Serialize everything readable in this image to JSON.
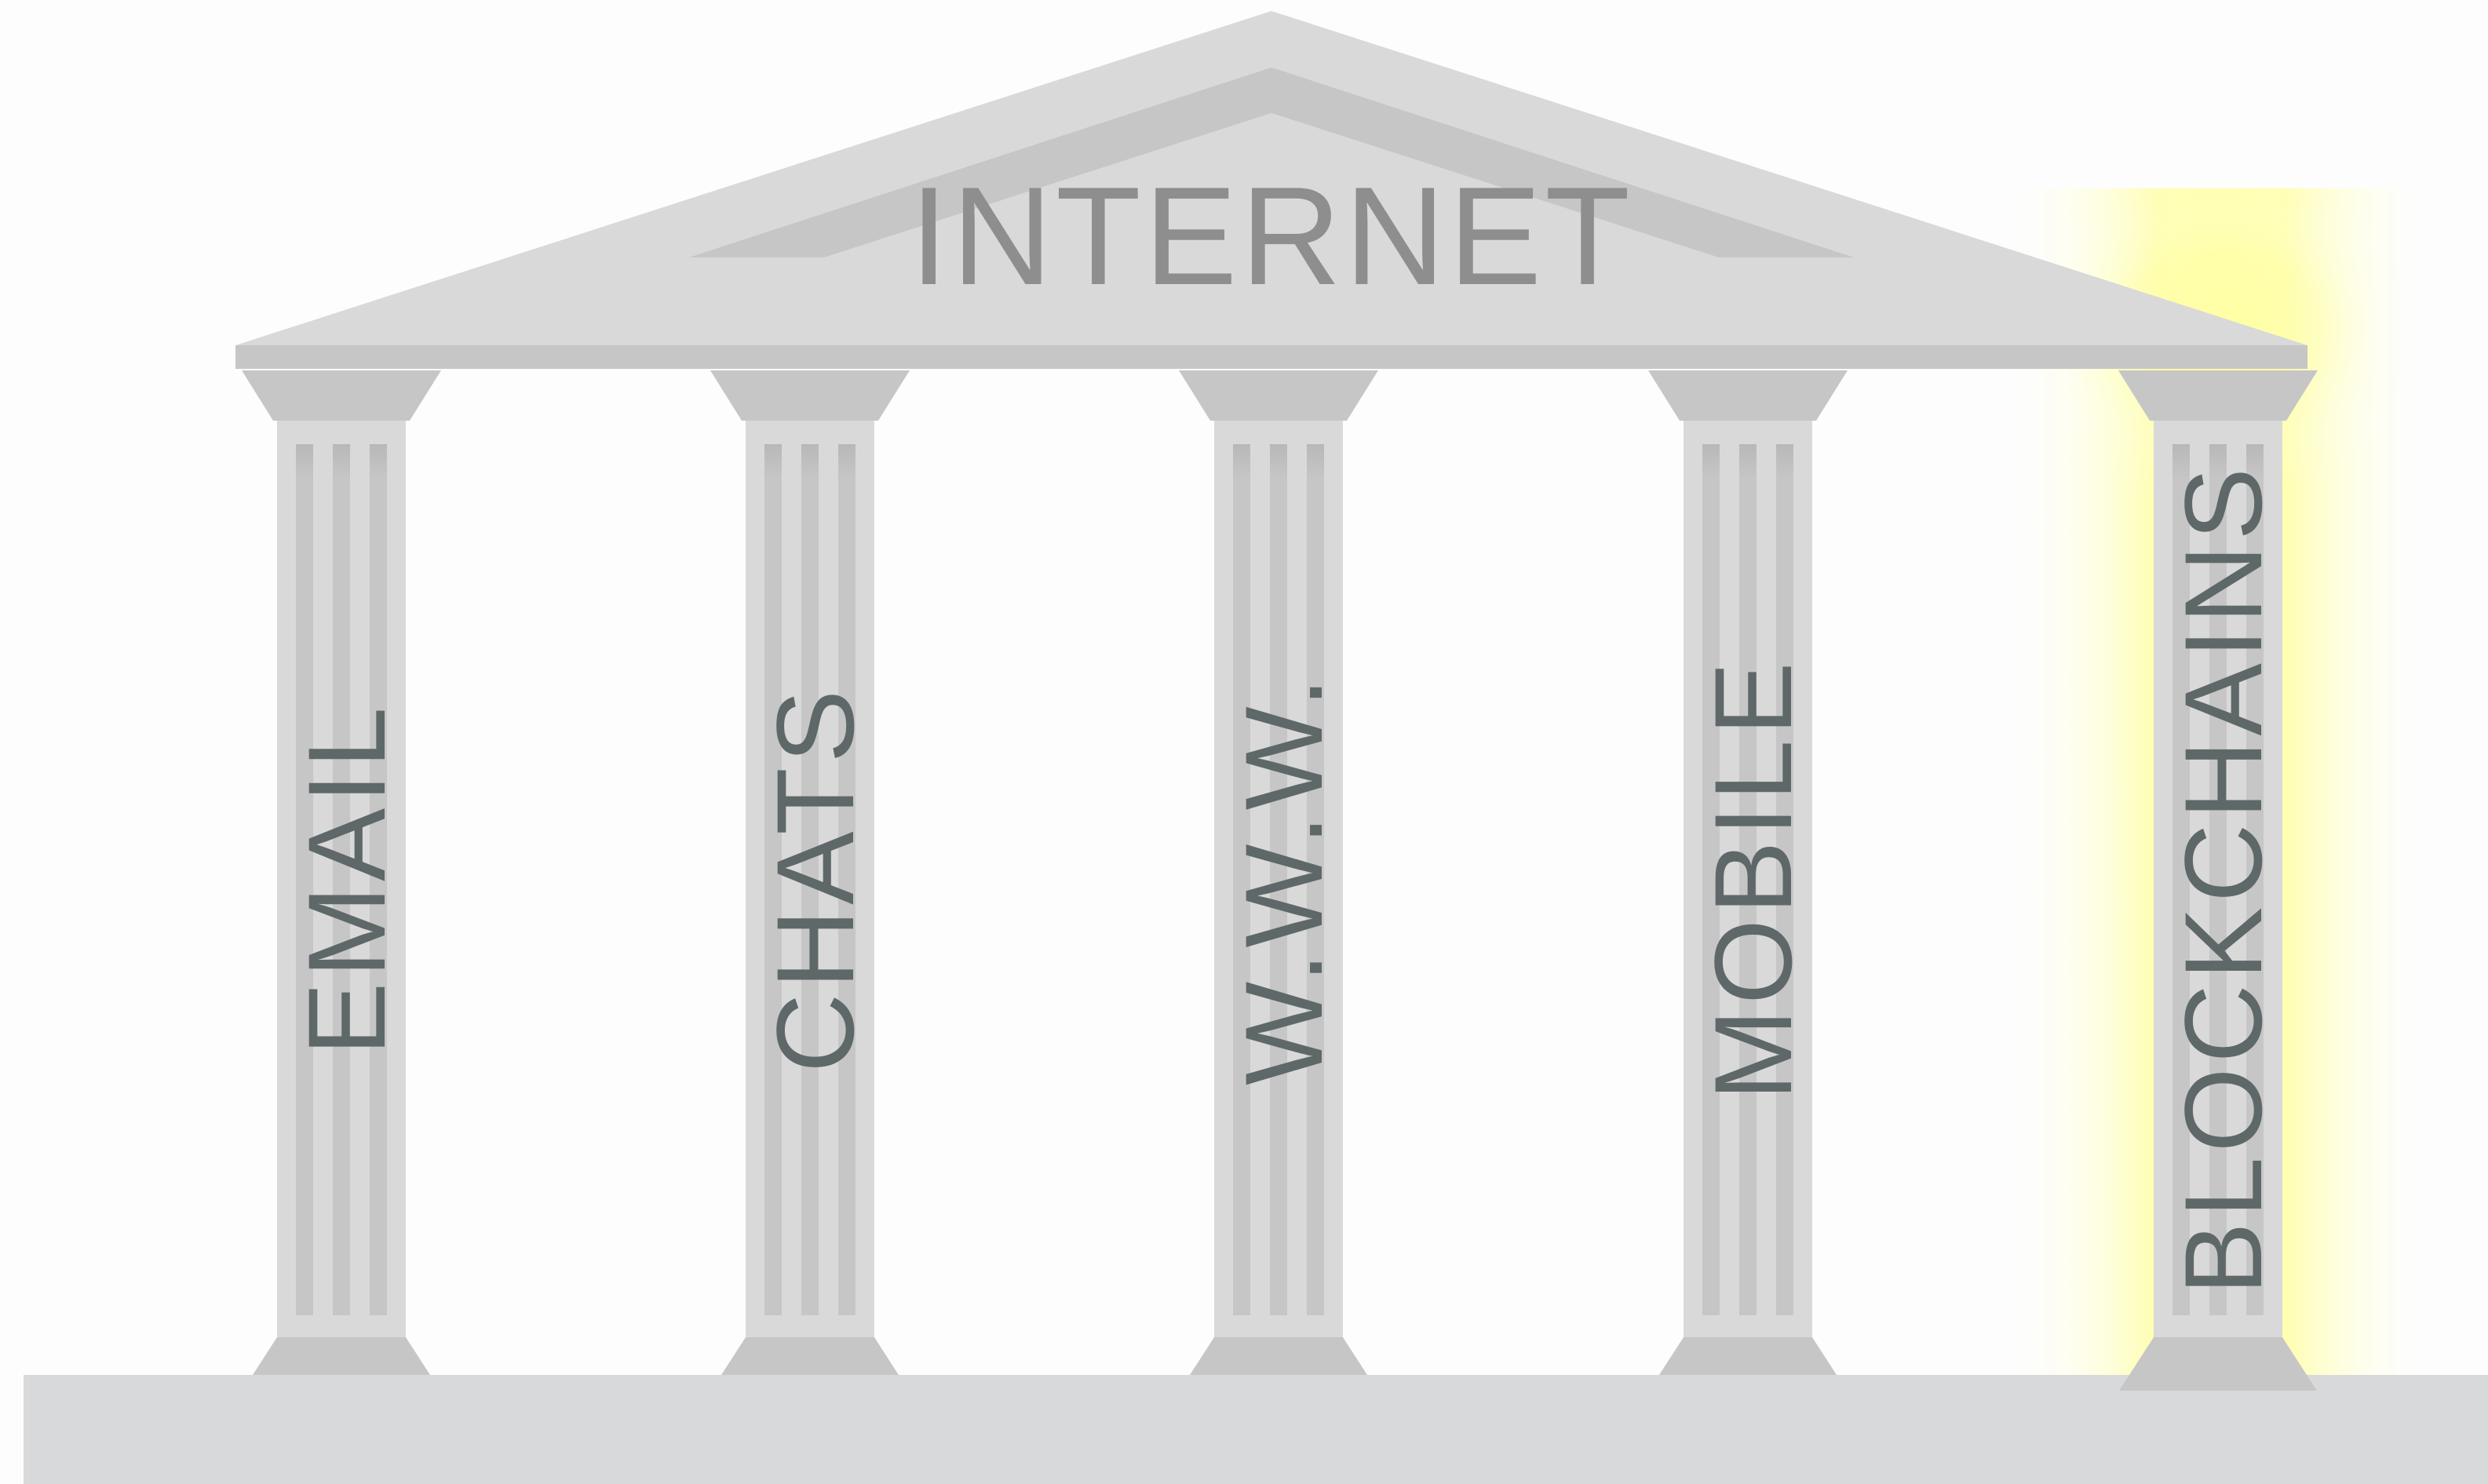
{
  "roof": {
    "title": "INTERNET"
  },
  "pillars": [
    {
      "label": "EMAIL",
      "highlighted": false
    },
    {
      "label": "CHATS",
      "highlighted": false
    },
    {
      "label": "W.W.W.",
      "highlighted": false
    },
    {
      "label": "MOBILE",
      "highlighted": false
    },
    {
      "label": "BLOCKCHAINS",
      "highlighted": true
    }
  ],
  "colors": {
    "stone_light": "#d9d9d9",
    "stone_mid": "#c6c6c6",
    "stone_dark": "#bdbdbd",
    "roof_text": "#8e8e8e",
    "pillar_text": "#5f6868",
    "glow": "#ffff9e"
  }
}
